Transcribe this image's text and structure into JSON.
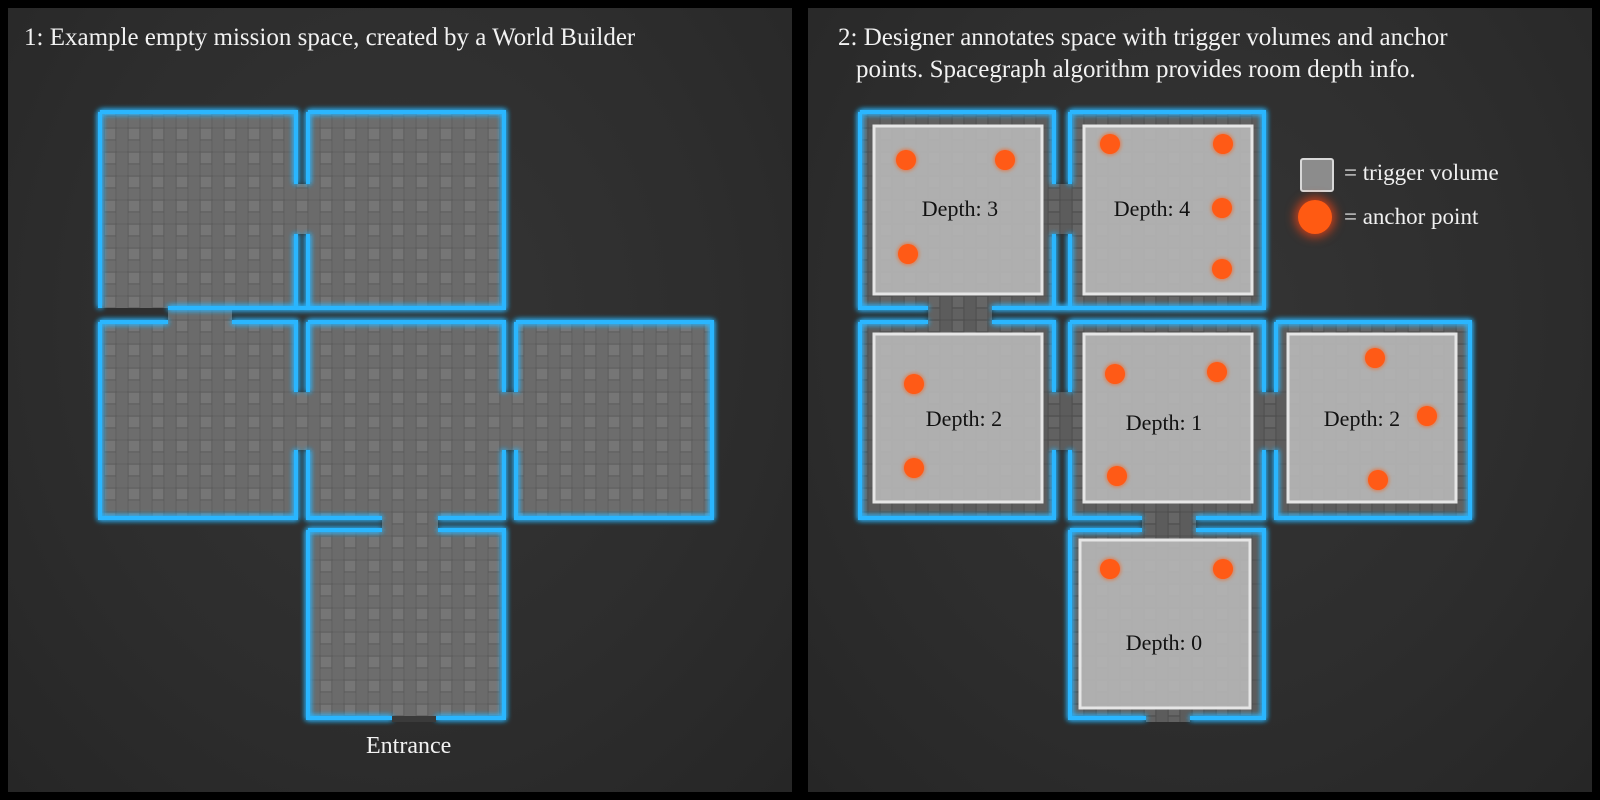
{
  "left_panel": {
    "caption": "1: Example empty mission space, created by a World Builder",
    "entrance_label": "Entrance"
  },
  "right_panel": {
    "caption_line1": "2: Designer annotates space with trigger volumes and anchor",
    "caption_line2": "points. Spacegraph algorithm provides room depth info.",
    "legend": {
      "trigger_volume": "= trigger volume",
      "anchor_point": "= anchor point"
    },
    "rooms": [
      {
        "id": "top-left",
        "label": "Depth: 3"
      },
      {
        "id": "top-middle",
        "label": "Depth: 4"
      },
      {
        "id": "middle-left",
        "label": "Depth: 2"
      },
      {
        "id": "center",
        "label": "Depth: 1"
      },
      {
        "id": "middle-right",
        "label": "Depth: 2"
      },
      {
        "id": "bottom",
        "label": "Depth: 0"
      }
    ]
  },
  "colors": {
    "wall_glow": "#29b6ff",
    "floor": "#6f6f6f",
    "trigger_fill": "#b4b4b4",
    "anchor": "#ff5a12",
    "text": "#f2f2f2"
  }
}
